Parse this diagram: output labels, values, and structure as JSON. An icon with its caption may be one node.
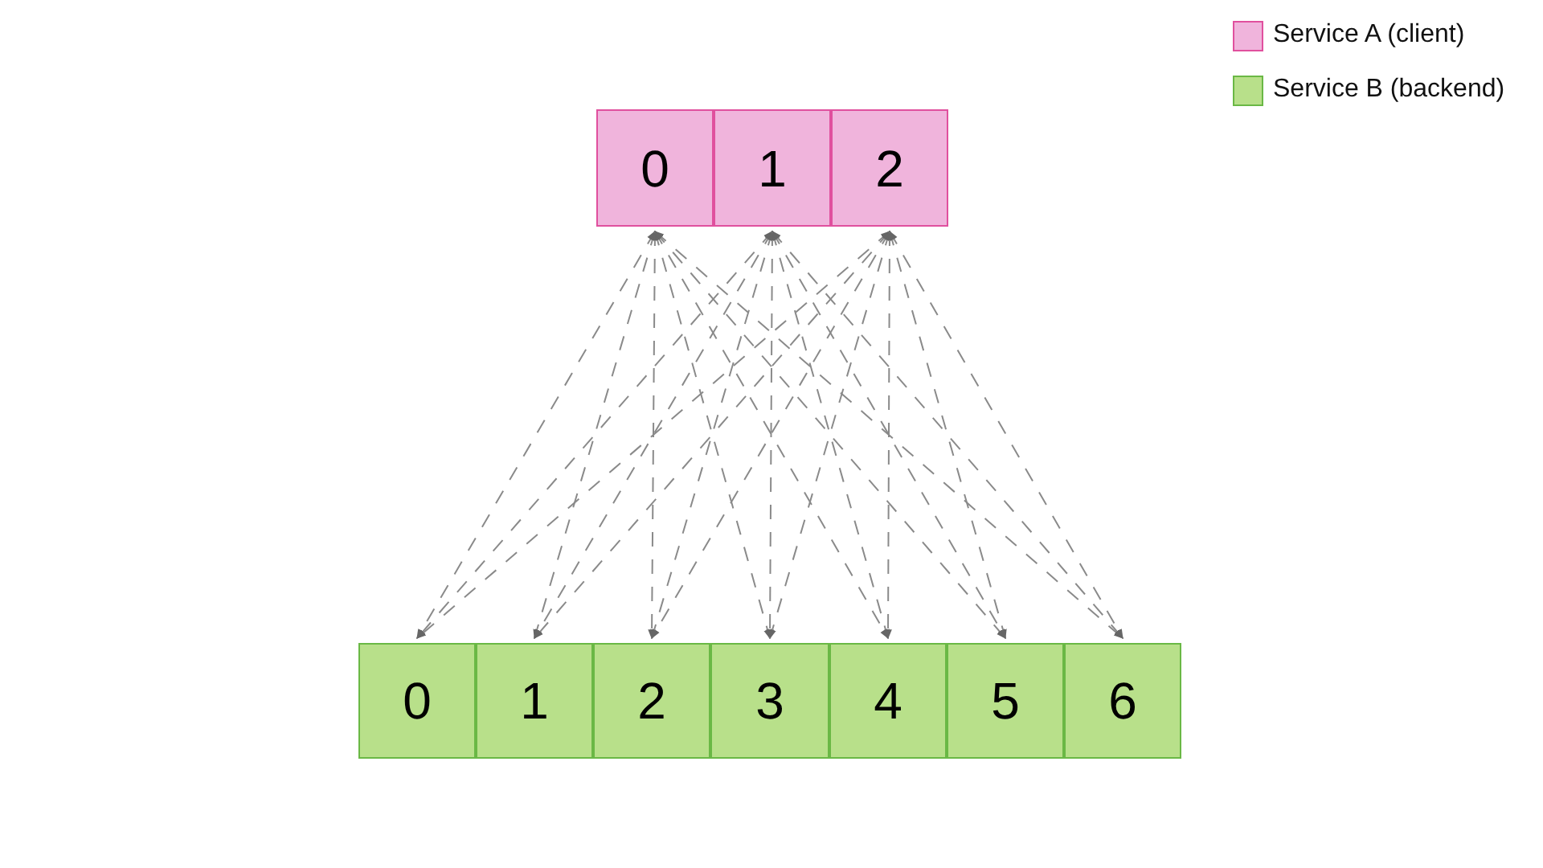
{
  "diagram": {
    "nodes": [
      {
        "text": [
          "0"
        ]
      },
      {
        "text": [
          "1"
        ]
      },
      {
        "text": [
          "2"
        ]
      },
      {
        "text": [
          "0"
        ]
      },
      {
        "text": [
          "1"
        ]
      },
      {
        "text": [
          "2"
        ]
      },
      {
        "text": [
          "3"
        ]
      },
      {
        "text": [
          "4"
        ]
      },
      {
        "text": [
          "5"
        ]
      },
      {
        "text": [
          "6"
        ]
      }
    ],
    "edges": [
      {
        "from": 0,
        "to": 3,
        "arrow": "both",
        "style": "dashed"
      },
      {
        "from": 0,
        "to": 4,
        "arrow": "both",
        "style": "dashed"
      },
      {
        "from": 0,
        "to": 5,
        "arrow": "both",
        "style": "dashed"
      },
      {
        "from": 0,
        "to": 6,
        "arrow": "both",
        "style": "dashed"
      },
      {
        "from": 0,
        "to": 7,
        "arrow": "both",
        "style": "dashed"
      },
      {
        "from": 0,
        "to": 8,
        "arrow": "both",
        "style": "dashed"
      },
      {
        "from": 0,
        "to": 9,
        "arrow": "both",
        "style": "dashed"
      },
      {
        "from": 1,
        "to": 3,
        "arrow": "both",
        "style": "dashed"
      },
      {
        "from": 1,
        "to": 4,
        "arrow": "both",
        "style": "dashed"
      },
      {
        "from": 1,
        "to": 5,
        "arrow": "both",
        "style": "dashed"
      },
      {
        "from": 1,
        "to": 6,
        "arrow": "both",
        "style": "dashed"
      },
      {
        "from": 1,
        "to": 7,
        "arrow": "both",
        "style": "dashed"
      },
      {
        "from": 1,
        "to": 8,
        "arrow": "both",
        "style": "dashed"
      },
      {
        "from": 1,
        "to": 9,
        "arrow": "both",
        "style": "dashed"
      },
      {
        "from": 2,
        "to": 3,
        "arrow": "both",
        "style": "dashed"
      },
      {
        "from": 2,
        "to": 4,
        "arrow": "both",
        "style": "dashed"
      },
      {
        "from": 2,
        "to": 5,
        "arrow": "both",
        "style": "dashed"
      },
      {
        "from": 2,
        "to": 6,
        "arrow": "both",
        "style": "dashed"
      },
      {
        "from": 2,
        "to": 7,
        "arrow": "both",
        "style": "dashed"
      },
      {
        "from": 2,
        "to": 8,
        "arrow": "both",
        "style": "dashed"
      },
      {
        "from": 2,
        "to": 9,
        "arrow": "both",
        "style": "dashed"
      }
    ],
    "legend": [
      {
        "text": "Service A (client)",
        "color": "#f0b4dc"
      },
      {
        "text": "Service B (backend)",
        "color": "#b8e08a"
      }
    ]
  }
}
